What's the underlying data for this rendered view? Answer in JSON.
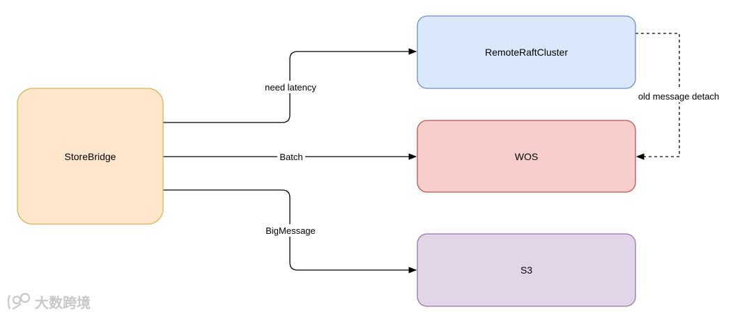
{
  "diagram": {
    "nodes": {
      "storebridge": {
        "label": "StoreBridge",
        "fill": "#ffe6cc",
        "stroke": "#d6b656"
      },
      "remote_raft": {
        "label": "RemoteRaftCluster",
        "fill": "#dae8fc",
        "stroke": "#6c8ebf"
      },
      "wos": {
        "label": "WOS",
        "fill": "#f8cecc",
        "stroke": "#b85450"
      },
      "s3": {
        "label": "S3",
        "fill": "#e1d5e7",
        "stroke": "#9673a6"
      }
    },
    "edges": {
      "need_latency": {
        "label": "need latency"
      },
      "batch": {
        "label": "Batch"
      },
      "big_message": {
        "label": "BigMessage"
      },
      "old_message_detach": {
        "label": "old message detach"
      }
    }
  },
  "watermark": {
    "text": "大数跨境"
  }
}
